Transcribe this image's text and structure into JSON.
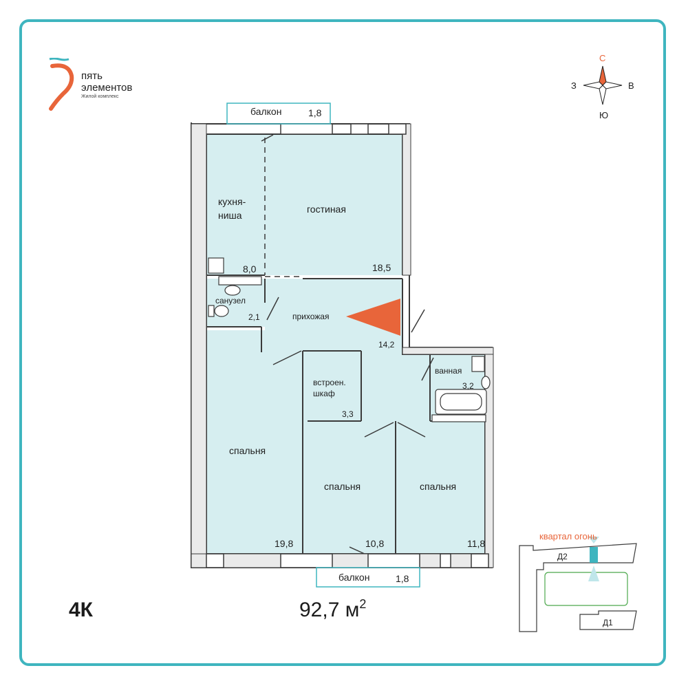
{
  "brand": {
    "name_line1": "пять",
    "name_line2": "элементов",
    "subtitle": "Жилой комплекс",
    "accent_color": "#e8653a",
    "frame_color": "#3fb5bf"
  },
  "compass": {
    "north": "С",
    "south": "Ю",
    "west": "З",
    "east": "В"
  },
  "plan": {
    "room_fill": "#d6eef0",
    "rooms": [
      {
        "id": "kitchen",
        "label_line1": "кухня-",
        "label_line2": "ниша",
        "area": "8,0"
      },
      {
        "id": "living",
        "label": "гостиная",
        "area": "18,5"
      },
      {
        "id": "bath-wc",
        "label": "санузел",
        "area": "2,1"
      },
      {
        "id": "hall",
        "label": "прихожая",
        "area": "14,2"
      },
      {
        "id": "closet",
        "label_line1": "встроен.",
        "label_line2": "шкаф",
        "area": "3,3"
      },
      {
        "id": "bathroom",
        "label": "ванная",
        "area": "3,2"
      },
      {
        "id": "bedroom-left",
        "label": "спальня",
        "area": "19,8"
      },
      {
        "id": "bedroom-mid",
        "label": "спальня",
        "area": "10,8"
      },
      {
        "id": "bedroom-right",
        "label": "спальня",
        "area": "11,8"
      }
    ],
    "balcony_top": {
      "label": "балкон",
      "area": "1,8"
    },
    "balcony_bottom": {
      "label": "балкон",
      "area": "1,8"
    }
  },
  "summary": {
    "type": "4К",
    "area": "92,7 м",
    "area_unit_sup": "2"
  },
  "minimap": {
    "title": "квартал огонь",
    "building_d2": "Д2",
    "building_d1": "Д1"
  }
}
